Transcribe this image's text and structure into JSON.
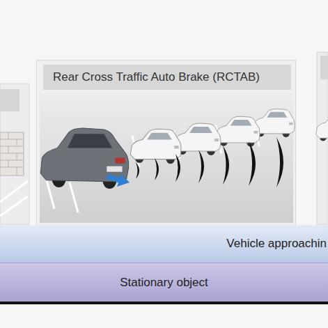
{
  "diagram": {
    "nodes": [
      {
        "text": [
          "Rear Cross Traffic Auto Brake (RCTAB)"
        ]
      },
      {
        "text": [
          "Vehicle approachin"
        ]
      },
      {
        "text": [
          "Stationary object"
        ]
      }
    ]
  }
}
